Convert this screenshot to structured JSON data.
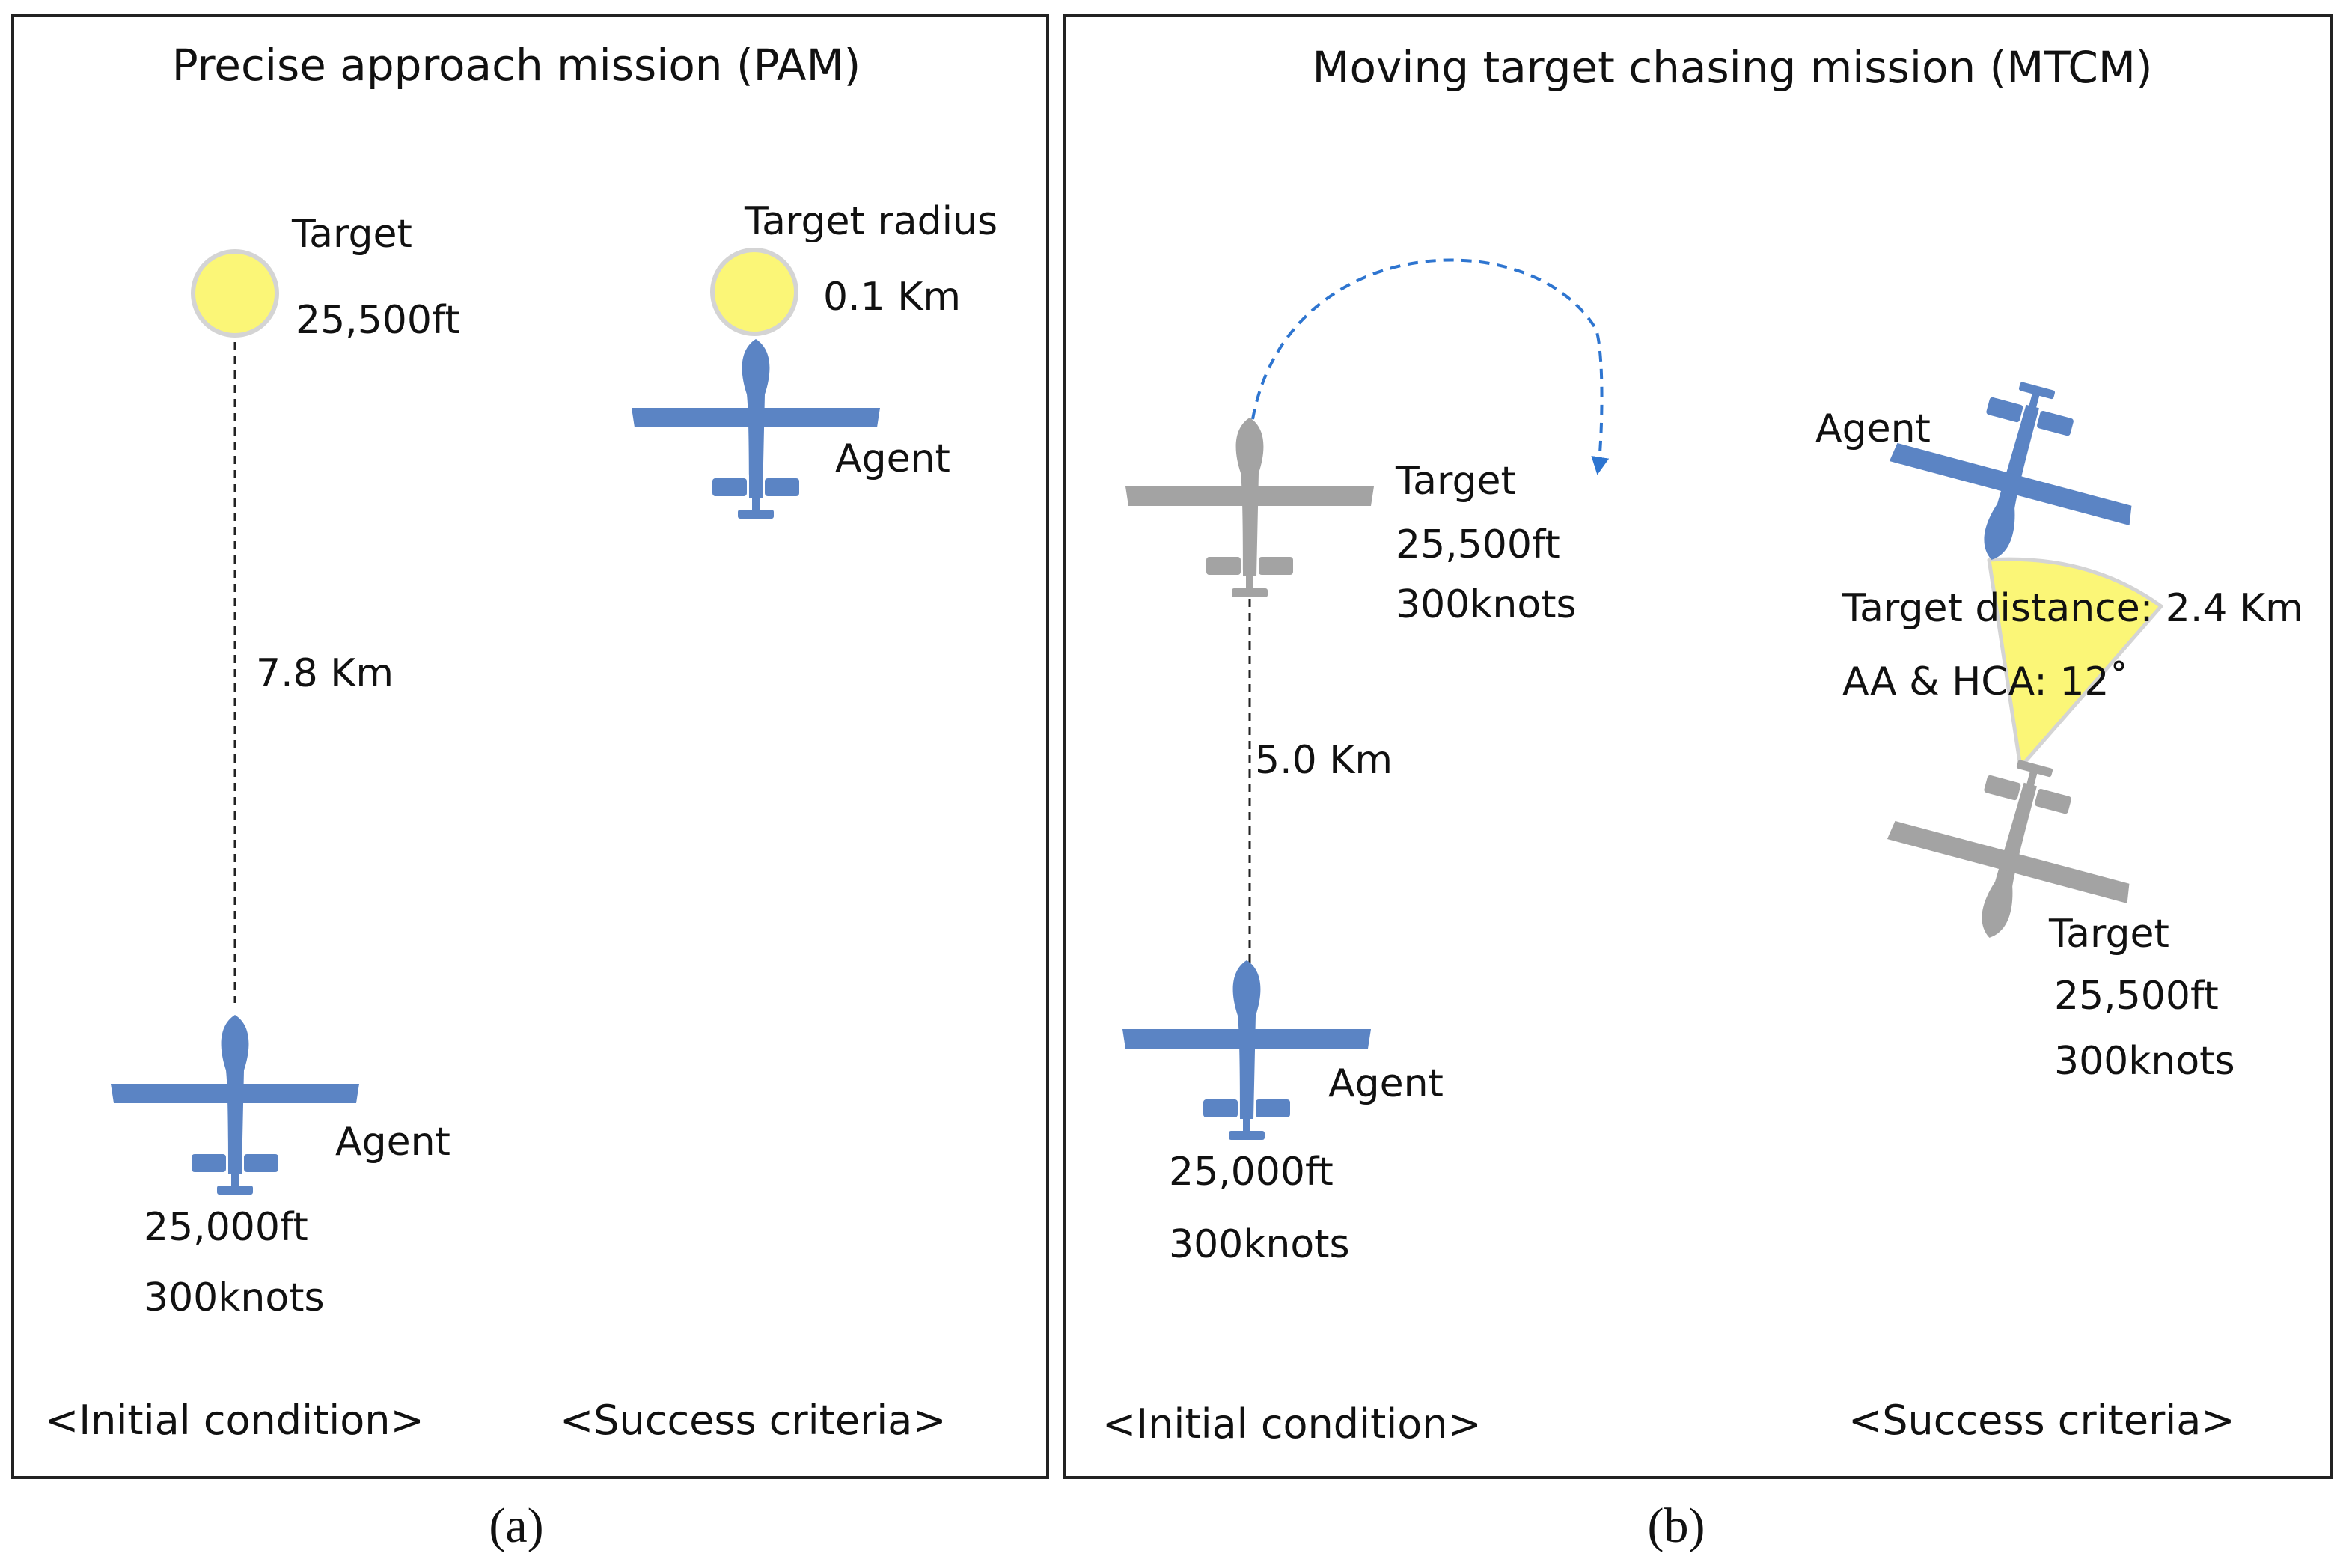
{
  "panel_a": {
    "title": "Precise approach mission (PAM)",
    "caption": "(a)",
    "initial": {
      "target_label": "Target",
      "target_altitude": "25,500ft",
      "distance": "7.8 Km",
      "agent_label": "Agent",
      "agent_altitude": "25,000ft",
      "agent_speed": "300knots",
      "footer": "<Initial condition>"
    },
    "success": {
      "radius_label": "Target radius",
      "radius_value": "0.1 Km",
      "agent_label": "Agent",
      "footer": "<Success criteria>"
    }
  },
  "panel_b": {
    "title": "Moving target chasing mission (MTCM)",
    "caption": "(b)",
    "initial": {
      "target_label": "Target",
      "target_altitude": "25,500ft",
      "target_speed": "300knots",
      "distance": "5.0 Km",
      "agent_label": "Agent",
      "agent_altitude": "25,000ft",
      "agent_speed": "300knots",
      "footer": "<Initial condition>"
    },
    "success": {
      "agent_label": "Agent",
      "target_distance": "Target distance: 2.4 Km",
      "angle": "AA & HCA: 12˚",
      "target_label": "Target",
      "target_altitude": "25,500ft",
      "target_speed": "300knots",
      "footer": "<Success criteria>"
    }
  },
  "colors": {
    "agent": "#5b84c4",
    "target": "#a3a3a3",
    "zone": "#fbf677",
    "zone_edge": "#d4d4d4",
    "arrow": "#2e75d0"
  }
}
